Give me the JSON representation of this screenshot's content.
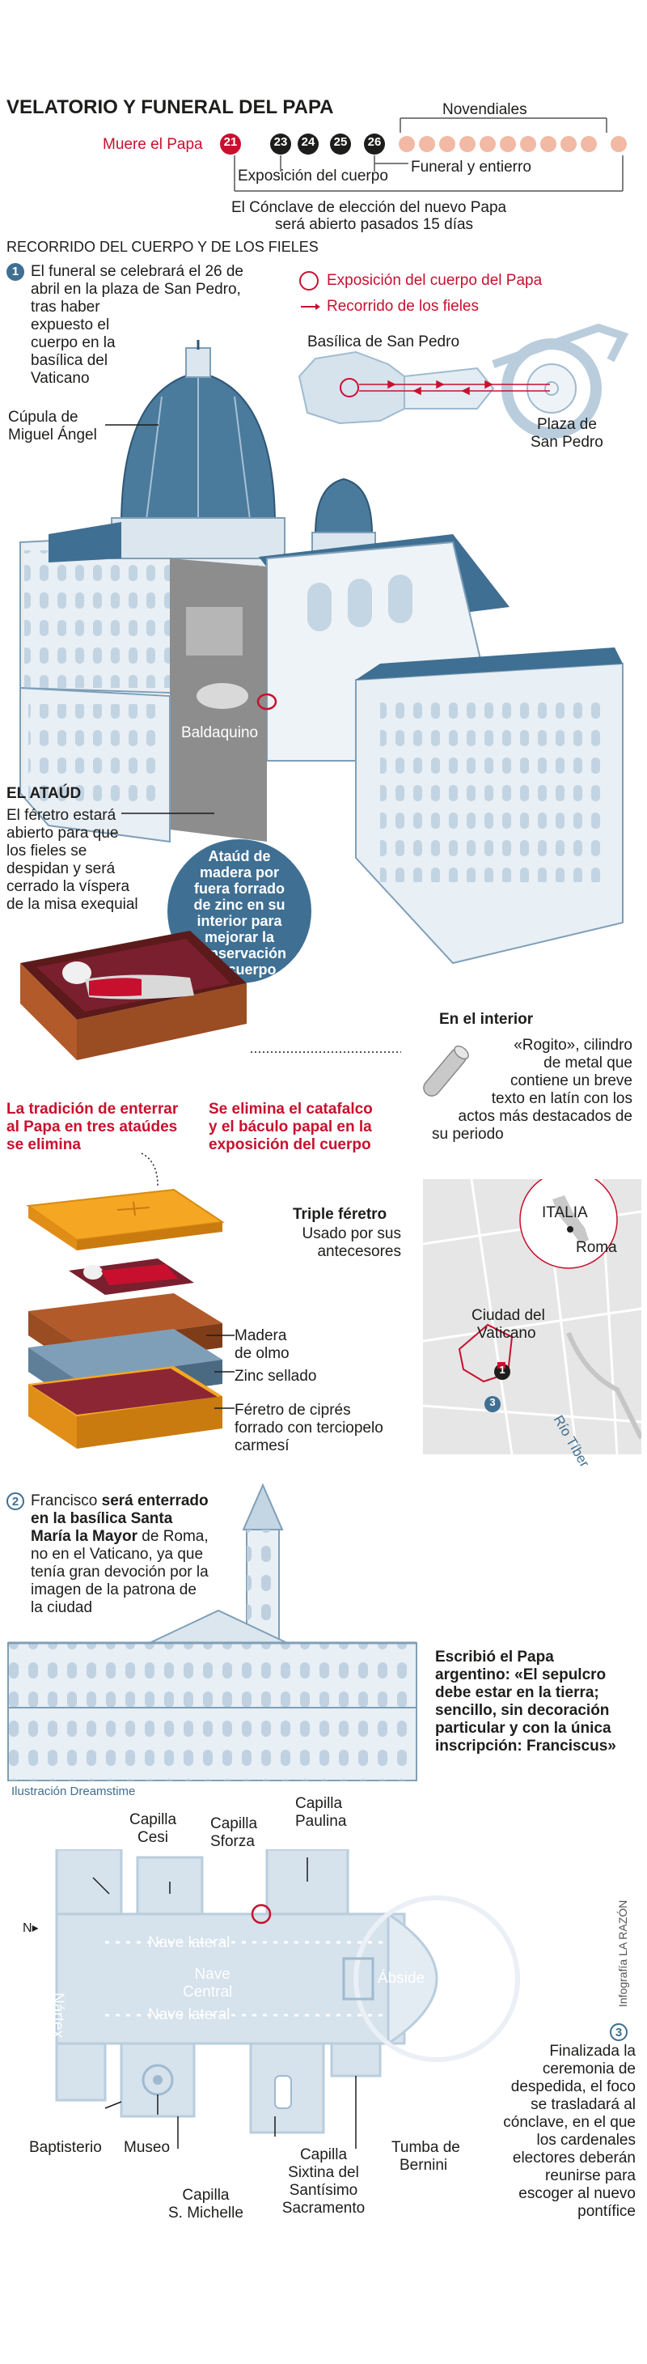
{
  "title": "VELATORIO Y FUNERAL DEL PAPA",
  "timeline": {
    "novendiales_label": "Novendiales",
    "muere_label": "Muere el Papa",
    "days": [
      "21",
      "23",
      "24",
      "25",
      "26"
    ],
    "exposicion_label": "Exposición del cuerpo",
    "funeral_label": "Funeral y entierro",
    "conclave_line1": "El Cónclave de elección del nuevo Papa",
    "conclave_line2": "será abierto pasados 15 días"
  },
  "section_title": "RECORRIDO DEL CUERPO Y DE LOS FIELES",
  "step1": {
    "number": "1",
    "lines": [
      "El funeral se celebrará el 26 de",
      "abril en la plaza de San Pedro,",
      "tras haber",
      "expuesto el",
      "cuerpo en la",
      "basílica del",
      "Vaticano"
    ]
  },
  "legend": {
    "exposicion": "Exposición del cuerpo del Papa",
    "recorrido": "Recorrido de los fieles"
  },
  "map_labels": {
    "basilica": "Basílica de San Pedro",
    "plaza_line1": "Plaza de",
    "plaza_line2": "San Pedro"
  },
  "basilica_labels": {
    "cupula_line1": "Cúpula de",
    "cupula_line2": "Miguel Ángel",
    "baldaquino": "Baldaquino"
  },
  "ataud": {
    "title": "EL ATAÚD",
    "lines": [
      "El féretro estará",
      "abierto para que",
      "los fieles se",
      "despidan y será",
      "cerrado la víspera",
      "de la misa exequial"
    ],
    "bubble_lines": [
      "Ataúd de",
      "madera por",
      "fuera forrado",
      "de zinc en su",
      "interior para",
      "mejorar la",
      "conservación",
      "del cuerpo"
    ]
  },
  "interior": {
    "title": "En el interior",
    "lines": [
      "«Rogito», cilindro",
      "de metal que",
      "contiene un breve",
      "texto en latín con los",
      "actos más destacados de",
      "su periodo"
    ]
  },
  "tradicion": {
    "left_lines": [
      "La tradición de enterrar",
      "al Papa en tres ataúdes",
      "se elimina"
    ],
    "right_lines": [
      "Se elimina el catafalco",
      "y el báculo papal en la",
      "exposición del cuerpo"
    ]
  },
  "triple": {
    "title": "Triple féretro",
    "sub_lines": [
      "Usado por sus",
      "antecesores"
    ],
    "madera_lines": [
      "Madera",
      "de olmo"
    ],
    "zinc": "Zinc sellado",
    "cipres_lines": [
      "Féretro de ciprés",
      "forrado con terciopelo",
      "carmesí"
    ]
  },
  "rome_map": {
    "italia": "ITALIA",
    "roma": "Roma",
    "ciudad_line1": "Ciudad del",
    "ciudad_line2": "Vaticano",
    "rio": "Río Tíber",
    "marker1": "1",
    "marker3": "3"
  },
  "step2": {
    "number": "2",
    "line1_pre": "Francisco ",
    "line1_bold": "será enterrado",
    "line2_bold": "en la basílica Santa",
    "line3_bold": "María la Mayor",
    "line3_rest": " de Roma,",
    "lines_rest": [
      "no en el Vaticano, ya que",
      "tenía gran devoción por la",
      "imagen de la patrona de",
      "la ciudad"
    ]
  },
  "quote": {
    "lines": [
      "Escribió el Papa",
      "argentino: «El sepulcro",
      "debe estar en la tierra;",
      "sencillo, sin decoración",
      "particular y con la única",
      "inscripción: Franciscus»"
    ]
  },
  "credit": "Ilustración Dreamstime",
  "vertical_credit": "Infografía LA RAZÓN",
  "floor": {
    "cesi_line1": "Capilla",
    "cesi_line2": "Cesi",
    "sforza_line1": "Capilla",
    "sforza_line2": "Sforza",
    "paulina_line1": "Capilla",
    "paulina_line2": "Paulina",
    "north": "N",
    "nave_lateral": "Nave lateral",
    "nave_central_line1": "Nave",
    "nave_central_line2": "Central",
    "narthex": "Nártex",
    "abside": "Ábside",
    "baptisterio": "Baptisterio",
    "museo": "Museo",
    "michelle_line1": "Capilla",
    "michelle_line2": "S. Michelle",
    "sixtina_lines": [
      "Capilla",
      "Sixtina del",
      "Santísimo",
      "Sacramento"
    ],
    "tumba_line1": "Tumba de",
    "tumba_line2": "Bernini"
  },
  "step3": {
    "number": "3",
    "lines": [
      "Finalizada la",
      "ceremonia de",
      "despedida, el foco",
      "se trasladará al",
      "cónclave, en el que",
      "los cardenales",
      "electores deberán",
      "reunirse para",
      "escoger al nuevo",
      "pontífice"
    ]
  },
  "colors": {
    "accent_red": "#c8102e",
    "steel_blue": "#3f6f92",
    "light_blue": "#d6e2ec",
    "salmon_dot": "#f2b9a4",
    "coffin_brown": "#9a4c22",
    "coffin_orange": "#f5a623"
  }
}
